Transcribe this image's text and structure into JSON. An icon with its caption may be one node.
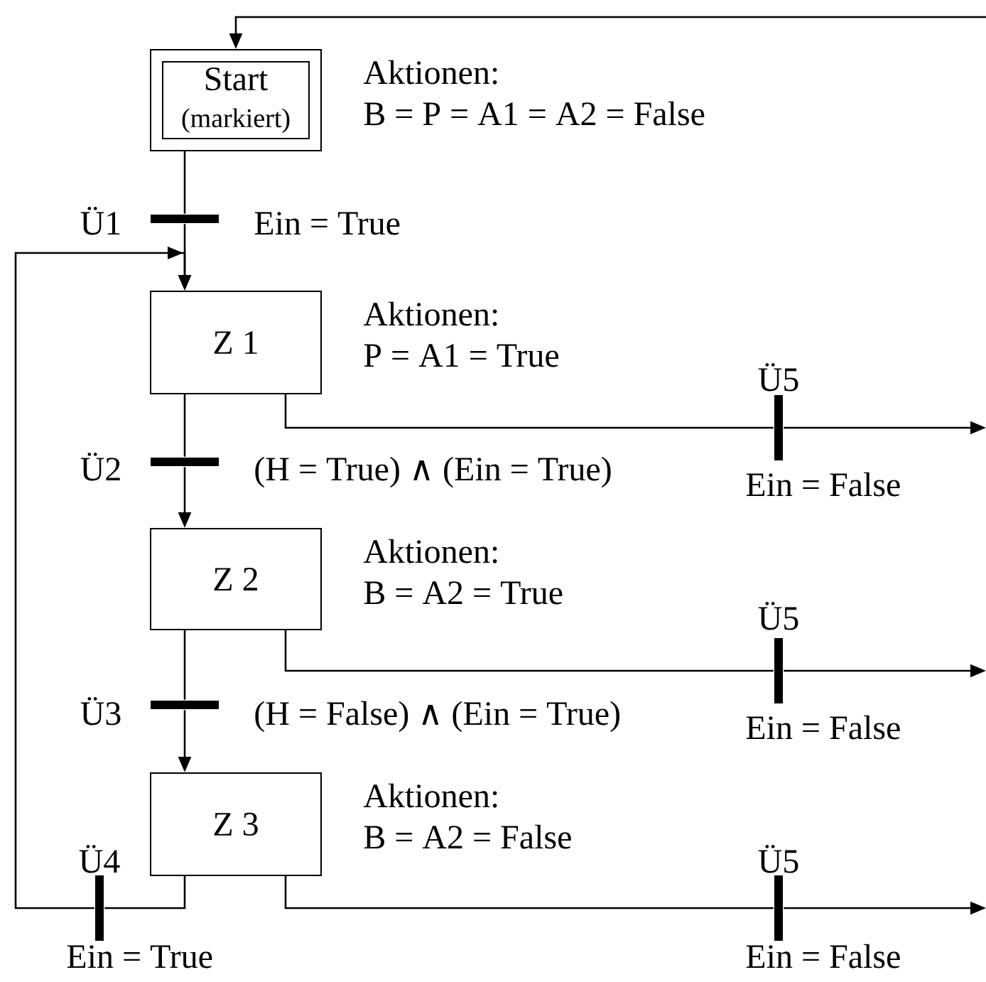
{
  "diagram": {
    "nodes": [
      {
        "text": [
          "Start",
          "(markiert)"
        ],
        "beside": [
          "Aktionen:",
          "B = P = A1 = A2 = False"
        ]
      },
      {
        "text": [
          "Z 1"
        ],
        "beside": [
          "Aktionen:",
          "P = A1 = True"
        ]
      },
      {
        "text": [
          "Z 2"
        ],
        "beside": [
          "Aktionen:",
          "B = A2 = True"
        ]
      },
      {
        "text": [
          "Z 3"
        ],
        "beside": [
          "Aktionen:",
          "B = A2 = False"
        ]
      },
      {
        "text": [
          "Ü1"
        ],
        "beside": [
          "Ein = True"
        ]
      },
      {
        "text": [
          "Ü2"
        ],
        "beside": [
          "(H = True) ∧ (Ein = True)"
        ]
      },
      {
        "text": [
          "Ü3"
        ],
        "beside": [
          "(H = False) ∧ (Ein = True)"
        ]
      },
      {
        "text": [
          "Ü4"
        ],
        "beside": [
          "Ein = True"
        ]
      },
      {
        "text": [
          "Ü5"
        ],
        "beside": [
          "Ein = False"
        ]
      },
      {
        "text": [
          "Ü5"
        ],
        "beside": [
          "Ein = False"
        ]
      },
      {
        "text": [
          "Ü5"
        ],
        "beside": [
          "Ein = False"
        ]
      }
    ],
    "edges": [
      {
        "from": 0,
        "to": 4,
        "arrow": "none"
      },
      {
        "from": 4,
        "to": 1,
        "arrow": "to"
      },
      {
        "from": 1,
        "to": 5,
        "arrow": "none"
      },
      {
        "from": 5,
        "to": 2,
        "arrow": "to"
      },
      {
        "from": 2,
        "to": 6,
        "arrow": "none"
      },
      {
        "from": 6,
        "to": 3,
        "arrow": "to"
      },
      {
        "from": 3,
        "to": 7,
        "arrow": "none"
      },
      {
        "from": 7,
        "to": 1,
        "arrow": "to"
      },
      {
        "from": 1,
        "to": 8,
        "arrow": "none"
      },
      {
        "from": 8,
        "to": null,
        "arrow": "to"
      },
      {
        "from": 2,
        "to": 9,
        "arrow": "none"
      },
      {
        "from": 9,
        "to": null,
        "arrow": "to"
      },
      {
        "from": 3,
        "to": 10,
        "arrow": "none"
      },
      {
        "from": 10,
        "to": null,
        "arrow": "to"
      },
      {
        "from": null,
        "to": 0,
        "arrow": "to"
      }
    ]
  }
}
